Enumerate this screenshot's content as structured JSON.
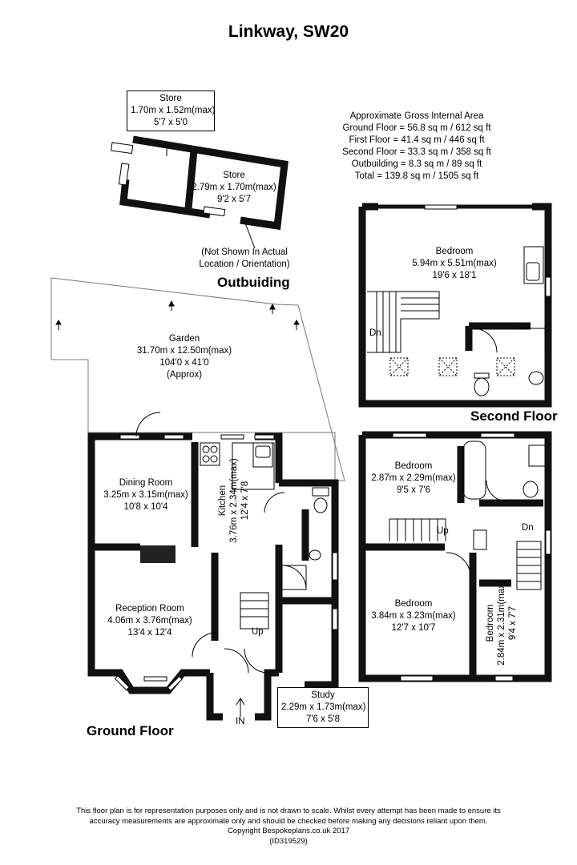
{
  "title": "Linkway, SW20",
  "gross_area": {
    "heading": "Approximate Gross Internal Area",
    "lines": [
      "Ground Floor = 56.8 sq m / 612 sq ft",
      "First Floor = 41.4 sq m / 446 sq ft",
      "Second Floor = 33.3 sq m / 358 sq ft",
      "Outbuilding = 8.3 sq m / 89 sq ft",
      "Total = 139.8 sq m / 1505 sq ft"
    ]
  },
  "outbuilding": {
    "section_label": "Outbuiding",
    "note_line1": "(Not Shown In Actual",
    "note_line2": "Location / Orientation)",
    "store1": {
      "name": "Store",
      "metric": "1.70m x 1.52m(max)",
      "imperial": "5'7 x 5'0"
    },
    "store2": {
      "name": "Store",
      "metric": "2.79m x 1.70m(max)",
      "imperial": "9'2 x 5'7"
    }
  },
  "garden": {
    "name": "Garden",
    "metric": "31.70m x 12.50m(max)",
    "imperial": "104'0 x 41'0",
    "note": "(Approx)"
  },
  "ground_floor": {
    "section_label": "Ground Floor",
    "dining": {
      "name": "Dining Room",
      "metric": "3.25m x 3.15m(max)",
      "imperial": "10'8 x 10'4"
    },
    "kitchen": {
      "name": "Kitchen",
      "metric": "3.76m x 2.34m(max)",
      "imperial": "12'4 x 7'8"
    },
    "reception": {
      "name": "Reception Room",
      "metric": "4.06m x 3.76m(max)",
      "imperial": "13'4 x 12'4"
    },
    "study": {
      "name": "Study",
      "metric": "2.29m x 1.73m(max)",
      "imperial": "7'6 x 5'8"
    },
    "stairs_label": "Up",
    "entrance_label": "IN"
  },
  "second_floor": {
    "section_label": "Second Floor",
    "bedroom": {
      "name": "Bedroom",
      "metric": "5.94m x 5.51m(max)",
      "imperial": "19'6 x 18'1"
    },
    "stairs_label": "Dn"
  },
  "first_floor": {
    "bedroom1": {
      "name": "Bedroom",
      "metric": "2.87m x 2.29m(max)",
      "imperial": "9'5 x 7'6"
    },
    "bedroom2": {
      "name": "Bedroom",
      "metric": "3.84m x 3.23m(max)",
      "imperial": "12'7 x 10'7"
    },
    "bedroom3": {
      "name": "Bedroom",
      "metric": "2.84m x 2.31m(max)",
      "imperial": "9'4 x 7'7"
    },
    "stairs_up": "Up",
    "stairs_dn": "Dn"
  },
  "disclaimer": {
    "line1": "This floor plan is for representation purposes only and is not drawn to scale. Whilst every attempt has been made to ensure its",
    "line2": "accuracy measurements are approximate only and should be checked before making any decisions reliant upon them.",
    "line3": "Copyright Bespokeplans.co.uk 2017",
    "line4": "(ID319529)"
  }
}
